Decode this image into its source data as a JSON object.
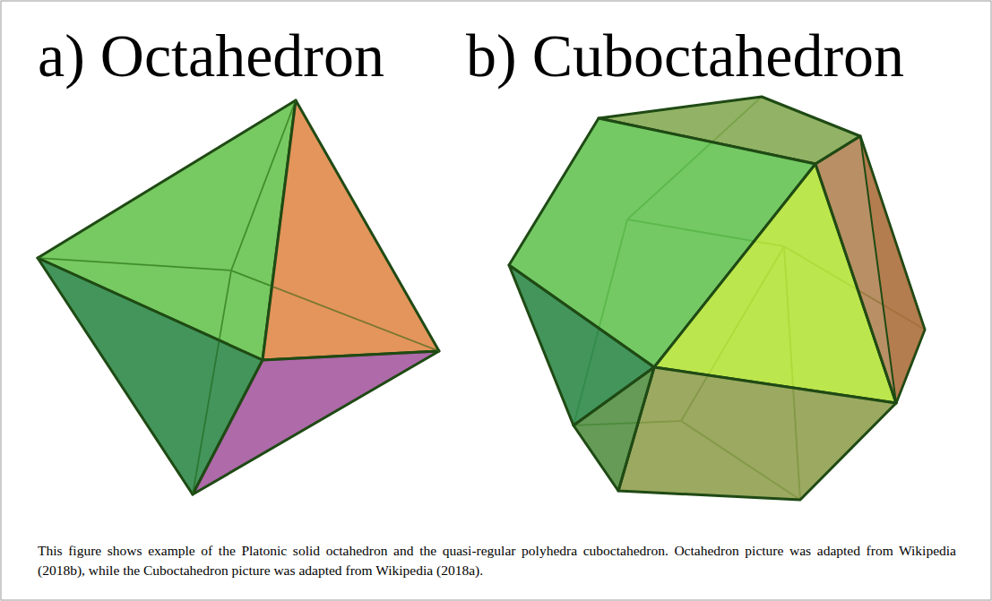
{
  "diagram": {
    "caption": "This figure shows example of the Platonic solid octahedron and the quasi-regular polyhedra cuboctahedron. Octahedron picture was adapted from Wikipedia (2018b), while the Cuboctahedron picture was adapted from Wikipedia (2018a).",
    "labels": [
      "a) Octahedron",
      "b) Cuboctahedron"
    ]
  }
}
